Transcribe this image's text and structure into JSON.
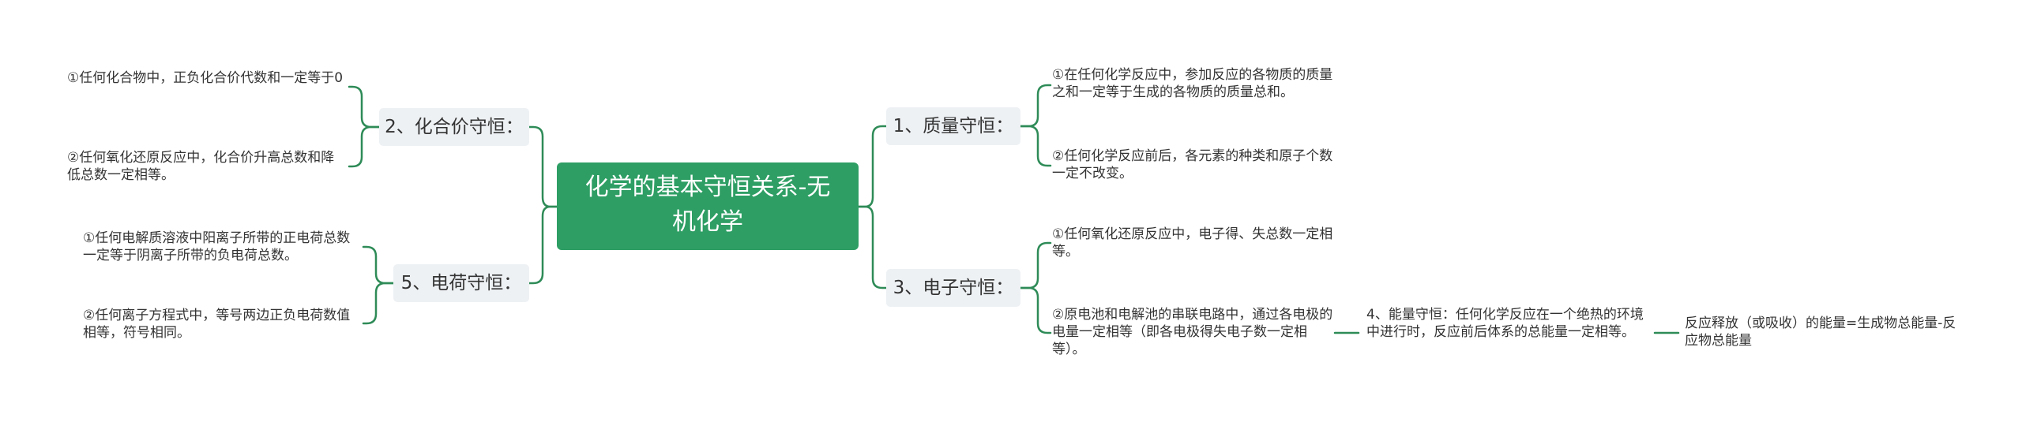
{
  "colors": {
    "root_bg": "#2e9e64",
    "root_text": "#ffffff",
    "branch_bg": "#eef1f4",
    "line": "#2e8b57"
  },
  "root": "化学的基本守恒关系-无机化学",
  "branches": {
    "b1": "1、质量守恒：",
    "b2": "2、化合价守恒：",
    "b3": "3、电子守恒：",
    "b5": "5、电荷守恒："
  },
  "leaves": {
    "l1a": "①在任何化学反应中，参加反应的各物质的质量之和一定等于生成的各物质的质量总和。",
    "l1b": "②任何化学反应前后，各元素的种类和原子个数一定不改变。",
    "l2a": "①任何化合物中，正负化合价代数和一定等于0",
    "l2b": "②任何氧化还原反应中，化合价升高总数和降低总数一定相等。",
    "l3a": "①任何氧化还原反应中，电子得、失总数一定相等。",
    "l3b": "②原电池和电解池的串联电路中，通过各电极的电量一定相等（即各电极得失电子数一定相等）。",
    "l3c": "4、能量守恒：任何化学反应在一个绝热的环境中进行时，反应前后体系的总能量一定相等。",
    "l3d": "反应释放（或吸收）的能量=生成物总能量-反应物总能量",
    "l5a": "①任何电解质溶液中阳离子所带的正电荷总数一定等于阴离子所带的负电荷总数。",
    "l5b": "②任何离子方程式中，等号两边正负电荷数值相等，符号相同。"
  }
}
